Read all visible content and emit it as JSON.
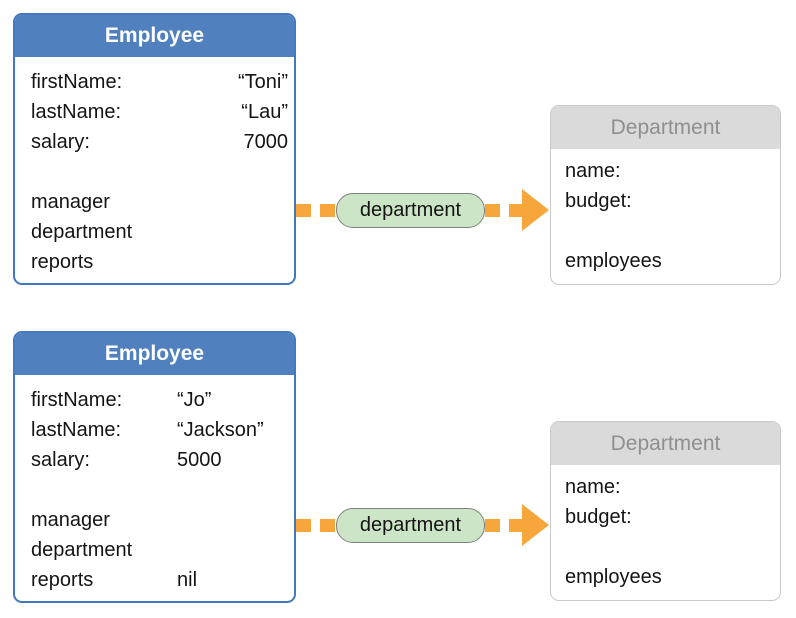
{
  "colors": {
    "canvas_bg": "#FFFFFF",
    "employee_header_bg": "#5180BF",
    "employee_header_text": "#FFFFFF",
    "employee_border": "#4377BE",
    "department_header_bg": "#DADADA",
    "department_header_text": "#8F8F8F",
    "department_border": "#C9C9C9",
    "pill_bg": "#CBE5C6",
    "pill_border": "#7F7F7F",
    "arrow_orange": "#F7A63C",
    "body_text": "#141414"
  },
  "diagram": {
    "rows": [
      {
        "employee": {
          "title": "Employee",
          "fields": [
            {
              "label": "firstName:",
              "value": "“Toni”"
            },
            {
              "label": "lastName:",
              "value": "“Lau”"
            },
            {
              "label": "salary:",
              "value": "7000"
            }
          ],
          "links": [
            {
              "label": "manager",
              "value": ""
            },
            {
              "label": "department",
              "value": ""
            },
            {
              "label": "reports",
              "value": ""
            }
          ]
        },
        "relationship": {
          "label": "department"
        },
        "department": {
          "title": "Department",
          "fields": [
            "name:",
            "budget:"
          ],
          "links": [
            "employees"
          ]
        }
      },
      {
        "employee": {
          "title": "Employee",
          "fields": [
            {
              "label": "firstName:",
              "value": "“Jo”"
            },
            {
              "label": "lastName:",
              "value": "“Jackson”"
            },
            {
              "label": "salary:",
              "value": "5000"
            }
          ],
          "links": [
            {
              "label": "manager",
              "value": ""
            },
            {
              "label": "department",
              "value": ""
            },
            {
              "label": "reports",
              "value": "nil"
            }
          ]
        },
        "relationship": {
          "label": "department"
        },
        "department": {
          "title": "Department",
          "fields": [
            "name:",
            "budget:"
          ],
          "links": [
            "employees"
          ]
        }
      }
    ]
  }
}
